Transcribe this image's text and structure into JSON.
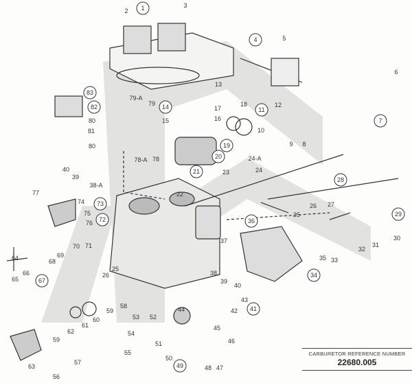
{
  "callouts": [
    {
      "label": "1",
      "circled": true
    },
    {
      "label": "2",
      "circled": false
    },
    {
      "label": "3",
      "circled": false
    },
    {
      "label": "4",
      "circled": true
    },
    {
      "label": "5",
      "circled": false
    },
    {
      "label": "6",
      "circled": false
    },
    {
      "label": "7",
      "circled": true
    },
    {
      "label": "8",
      "circled": false
    },
    {
      "label": "9",
      "circled": false
    },
    {
      "label": "10",
      "circled": false
    },
    {
      "label": "11",
      "circled": true
    },
    {
      "label": "12",
      "circled": false
    },
    {
      "label": "13",
      "circled": false
    },
    {
      "label": "14",
      "circled": true
    },
    {
      "label": "15",
      "circled": false
    },
    {
      "label": "16",
      "circled": false
    },
    {
      "label": "17",
      "circled": false
    },
    {
      "label": "18",
      "circled": false
    },
    {
      "label": "19",
      "circled": true
    },
    {
      "label": "20",
      "circled": true
    },
    {
      "label": "21",
      "circled": true
    },
    {
      "label": "22",
      "circled": false
    },
    {
      "label": "23",
      "circled": false
    },
    {
      "label": "24-A",
      "circled": false
    },
    {
      "label": "24",
      "circled": false
    },
    {
      "label": "25",
      "circled": false
    },
    {
      "label": "26",
      "circled": false
    },
    {
      "label": "27",
      "circled": false
    },
    {
      "label": "28",
      "circled": true
    },
    {
      "label": "29",
      "circled": true
    },
    {
      "label": "30",
      "circled": false
    },
    {
      "label": "31",
      "circled": false
    },
    {
      "label": "32",
      "circled": false
    },
    {
      "label": "33",
      "circled": false
    },
    {
      "label": "34",
      "circled": true
    },
    {
      "label": "35",
      "circled": false
    },
    {
      "label": "36",
      "circled": true
    },
    {
      "label": "37",
      "circled": false
    },
    {
      "label": "38",
      "circled": false
    },
    {
      "label": "39",
      "circled": false
    },
    {
      "label": "40",
      "circled": false
    },
    {
      "label": "41",
      "circled": true
    },
    {
      "label": "42",
      "circled": false
    },
    {
      "label": "43",
      "circled": false
    },
    {
      "label": "44",
      "circled": false
    },
    {
      "label": "45",
      "circled": false
    },
    {
      "label": "46",
      "circled": false
    },
    {
      "label": "47",
      "circled": false
    },
    {
      "label": "48",
      "circled": false
    },
    {
      "label": "49",
      "circled": true
    },
    {
      "label": "50",
      "circled": false
    },
    {
      "label": "51",
      "circled": false
    },
    {
      "label": "52",
      "circled": false
    },
    {
      "label": "53",
      "circled": false
    },
    {
      "label": "54",
      "circled": false
    },
    {
      "label": "55",
      "circled": false
    },
    {
      "label": "56",
      "circled": false
    },
    {
      "label": "57",
      "circled": false
    },
    {
      "label": "58",
      "circled": false
    },
    {
      "label": "59",
      "circled": false
    },
    {
      "label": "59",
      "circled": false
    },
    {
      "label": "60",
      "circled": false
    },
    {
      "label": "61",
      "circled": false
    },
    {
      "label": "62",
      "circled": false
    },
    {
      "label": "63",
      "circled": false
    },
    {
      "label": "64",
      "circled": false
    },
    {
      "label": "65",
      "circled": false
    },
    {
      "label": "66",
      "circled": false
    },
    {
      "label": "67",
      "circled": true
    },
    {
      "label": "68",
      "circled": false
    },
    {
      "label": "69",
      "circled": false
    },
    {
      "label": "70",
      "circled": false
    },
    {
      "label": "71",
      "circled": false
    },
    {
      "label": "72",
      "circled": true
    },
    {
      "label": "73",
      "circled": true
    },
    {
      "label": "74",
      "circled": false
    },
    {
      "label": "75",
      "circled": false
    },
    {
      "label": "76",
      "circled": false
    },
    {
      "label": "77",
      "circled": false
    },
    {
      "label": "78",
      "circled": false
    },
    {
      "label": "78-A",
      "circled": false
    },
    {
      "label": "79",
      "circled": false
    },
    {
      "label": "79-A",
      "circled": false
    },
    {
      "label": "80",
      "circled": false
    },
    {
      "label": "80",
      "circled": false
    },
    {
      "label": "81",
      "circled": false
    },
    {
      "label": "82",
      "circled": true
    },
    {
      "label": "83",
      "circled": true
    },
    {
      "label": "25",
      "circled": false
    },
    {
      "label": "26",
      "circled": false
    },
    {
      "label": "38-A",
      "circled": false
    },
    {
      "label": "39",
      "circled": false
    },
    {
      "label": "40",
      "circled": false
    }
  ],
  "reference": {
    "title": "CARBURETOR REFERENCE NUMBER",
    "number": "22680.005"
  }
}
